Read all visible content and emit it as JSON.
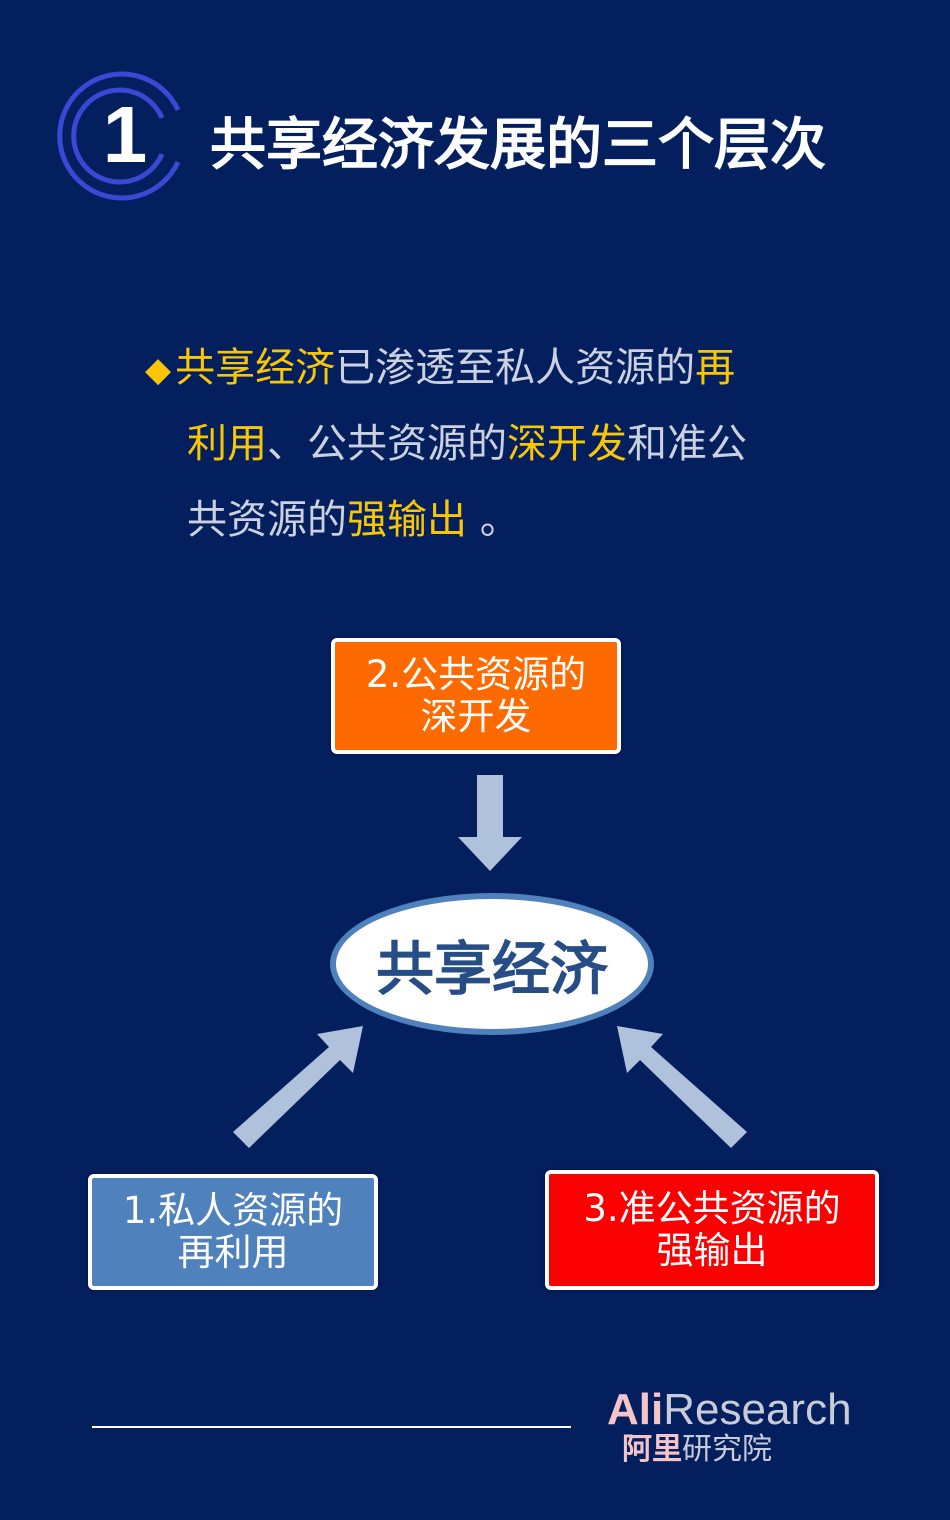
{
  "header": {
    "number": "1",
    "title": "共享经济发展的三个层次"
  },
  "intro": {
    "bullet_icon": "diamond",
    "line1": {
      "hl1": "共享经济",
      "t1": "已渗透至私人资源的",
      "hl2": "再"
    },
    "line2": {
      "hl1": "利用",
      "t1": "、公共资源的",
      "hl2": "深开发",
      "t2": "和准公"
    },
    "line3": {
      "t1": "共资源的",
      "hl1": "强输出",
      "t2": " 。"
    }
  },
  "diagram": {
    "center": "共享经济",
    "node1": {
      "line1": "1.私人资源的",
      "line2": "再利用",
      "color": "#4f81bd"
    },
    "node2": {
      "line1": "2.公共资源的",
      "line2": "深开发",
      "color": "#ff6a00"
    },
    "node3": {
      "line1": "3.准公共资源的",
      "line2": "强输出",
      "color": "#fb0000"
    },
    "arrow_color": "#b0c1dc"
  },
  "footer": {
    "logo_en_a": "Ali",
    "logo_en_b": "Research",
    "logo_cn_a": "阿里",
    "logo_cn_b": "研究院"
  },
  "colors": {
    "background": "#031f5e",
    "highlight": "#f9c606",
    "ring": "#3a48d6"
  }
}
